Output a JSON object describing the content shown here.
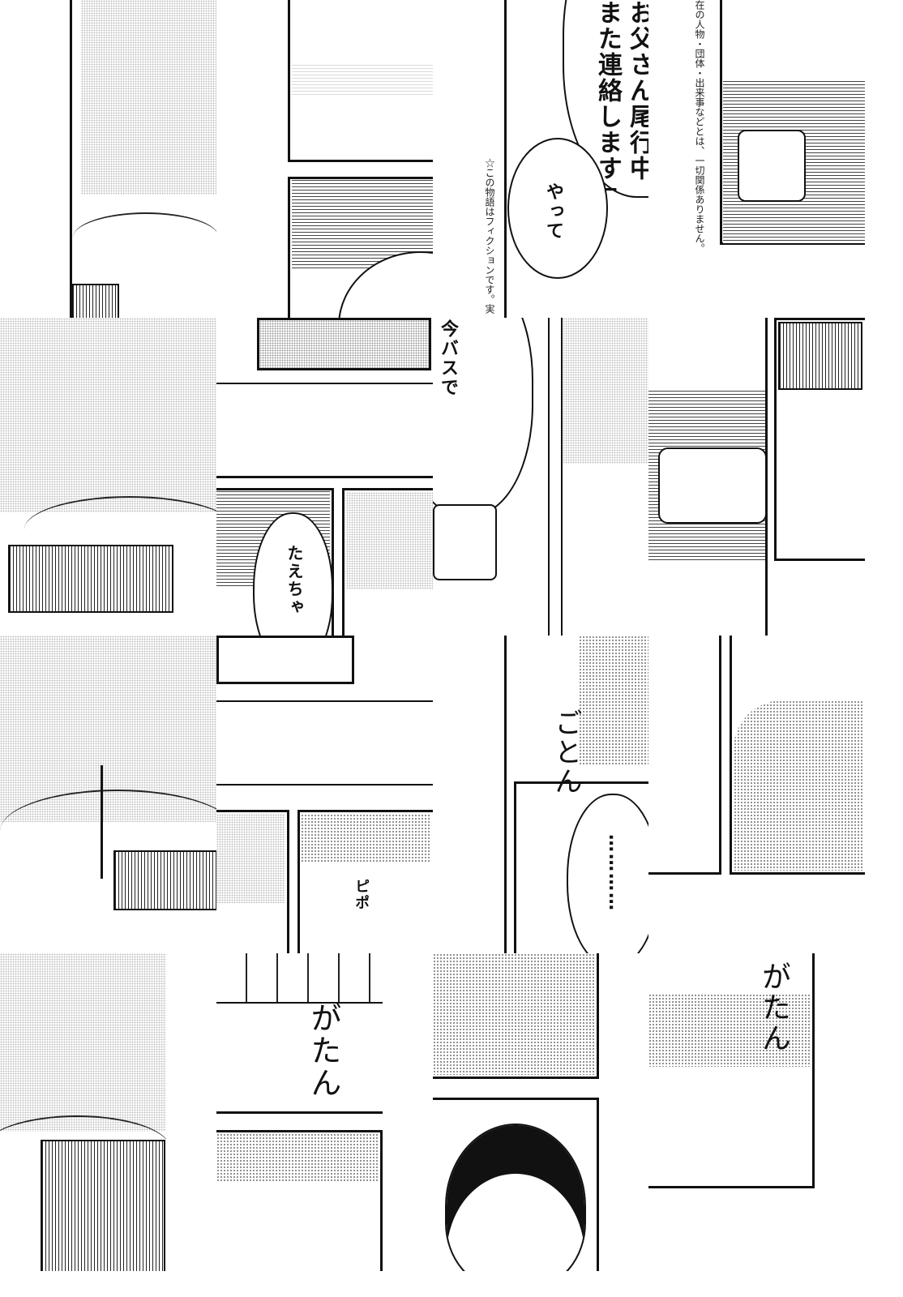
{
  "speech": {
    "line1": "お父さん尾行中",
    "line2": "また連絡します」",
    "yatte": "やって",
    "ima_basu_de": "今バスで",
    "tae_chan": "たえちゃ",
    "ellipsis": "…………",
    "picon": "ピポ"
  },
  "sfx": {
    "goton": "ごとん",
    "gatan_1": "がたん",
    "gatan_2": "がたん"
  },
  "disclaimer": {
    "part1": "☆この物語はフィクションです。実",
    "part2": "在の人物・団体・出来事などとは、一切関係ありません。"
  }
}
